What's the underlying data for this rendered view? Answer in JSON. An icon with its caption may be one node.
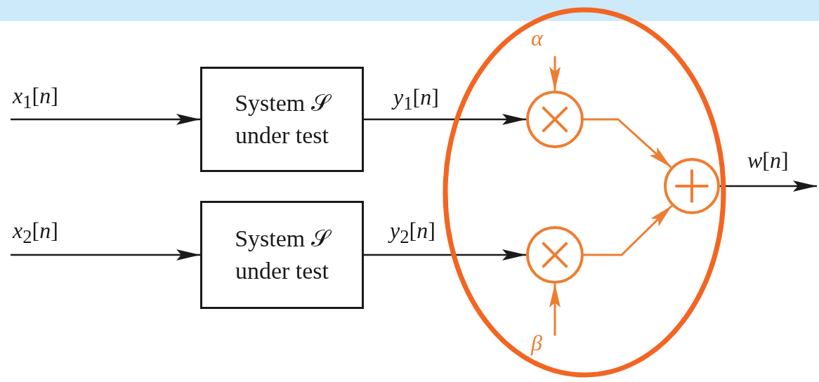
{
  "diagram": {
    "nodes": [
      {
        "text": [
          "System 𝒮 under test"
        ]
      },
      {
        "text": [
          "System 𝒮 under test"
        ]
      },
      {
        "text": [],
        "shape": "ellipse"
      },
      {
        "text": [],
        "shape": "circle",
        "in": 2
      },
      {
        "text": [],
        "shape": "circle",
        "in": 2
      },
      {
        "text": [],
        "shape": "circle",
        "in": 2
      }
    ],
    "edges": [
      {
        "from": null,
        "to": 0,
        "arrow": "to",
        "label": "*x*$_{1}$[*n*]"
      },
      {
        "from": null,
        "to": 1,
        "arrow": "to",
        "label": "*x*$_{2}$[*n*]"
      },
      {
        "from": 0,
        "to": 3,
        "arrow": "to",
        "label": "*y*$_{1}$[*n*]"
      },
      {
        "from": 1,
        "to": 4,
        "arrow": "to",
        "label": "*y*$_{2}$[*n*]"
      },
      {
        "from": null,
        "to": 3,
        "arrow": "to",
        "label": "α",
        "color": "#ee7d31"
      },
      {
        "from": null,
        "to": 4,
        "arrow": "to",
        "label": "β",
        "color": "#ee7d31"
      },
      {
        "from": 3,
        "to": 5,
        "arrow": "to",
        "color": "#ee7d31"
      },
      {
        "from": 4,
        "to": 5,
        "arrow": "to",
        "color": "#ee7d31"
      },
      {
        "from": 5,
        "to": null,
        "arrow": "to",
        "label": "*w*[*n*]"
      }
    ]
  }
}
